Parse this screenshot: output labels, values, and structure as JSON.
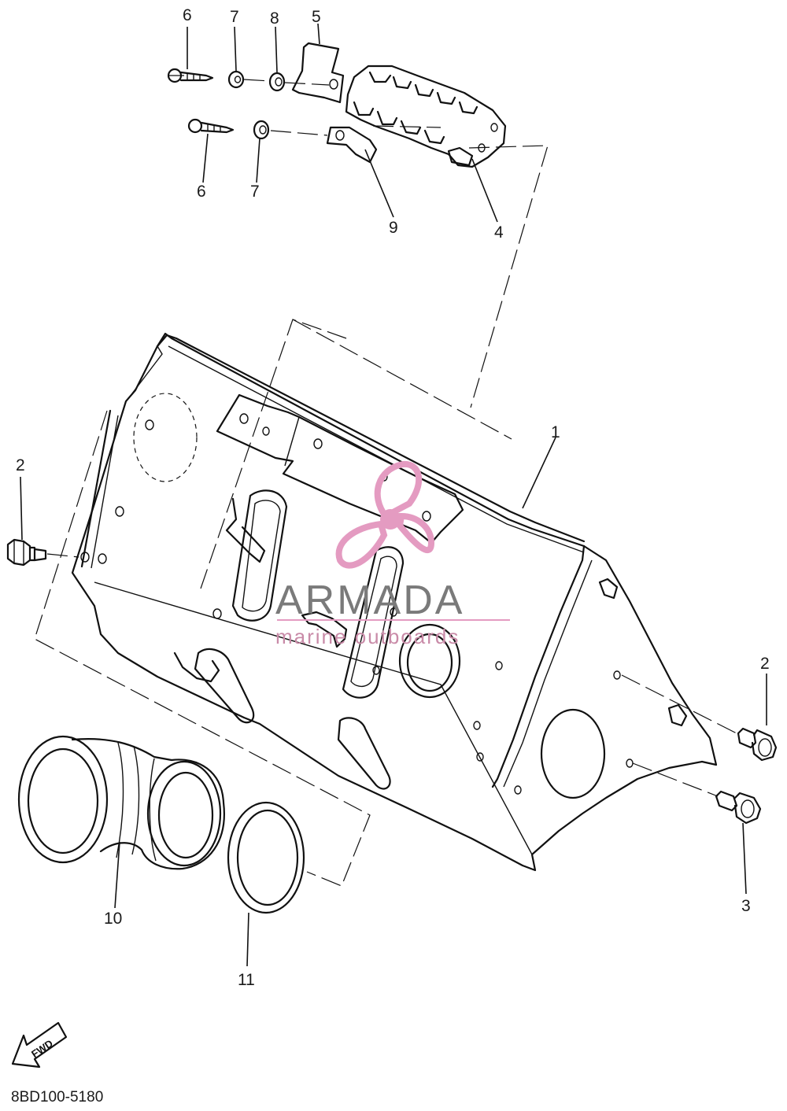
{
  "diagram": {
    "drawing_code": "8BD100-5180",
    "forward_marker": "FWD",
    "callouts": [
      {
        "id": "c6a",
        "label": "6"
      },
      {
        "id": "c7a",
        "label": "7"
      },
      {
        "id": "c8",
        "label": "8"
      },
      {
        "id": "c5",
        "label": "5"
      },
      {
        "id": "c6b",
        "label": "6"
      },
      {
        "id": "c7b",
        "label": "7"
      },
      {
        "id": "c9",
        "label": "9"
      },
      {
        "id": "c4",
        "label": "4"
      },
      {
        "id": "c1",
        "label": "1"
      },
      {
        "id": "c2a",
        "label": "2"
      },
      {
        "id": "c2b",
        "label": "2"
      },
      {
        "id": "c3",
        "label": "3"
      },
      {
        "id": "c10",
        "label": "10"
      },
      {
        "id": "c11",
        "label": "11"
      }
    ]
  },
  "watermark": {
    "brand": "ARMADA",
    "tagline": "marine outboards",
    "accent_color": "#e49bc1",
    "text_color": "#7a7a7a"
  }
}
